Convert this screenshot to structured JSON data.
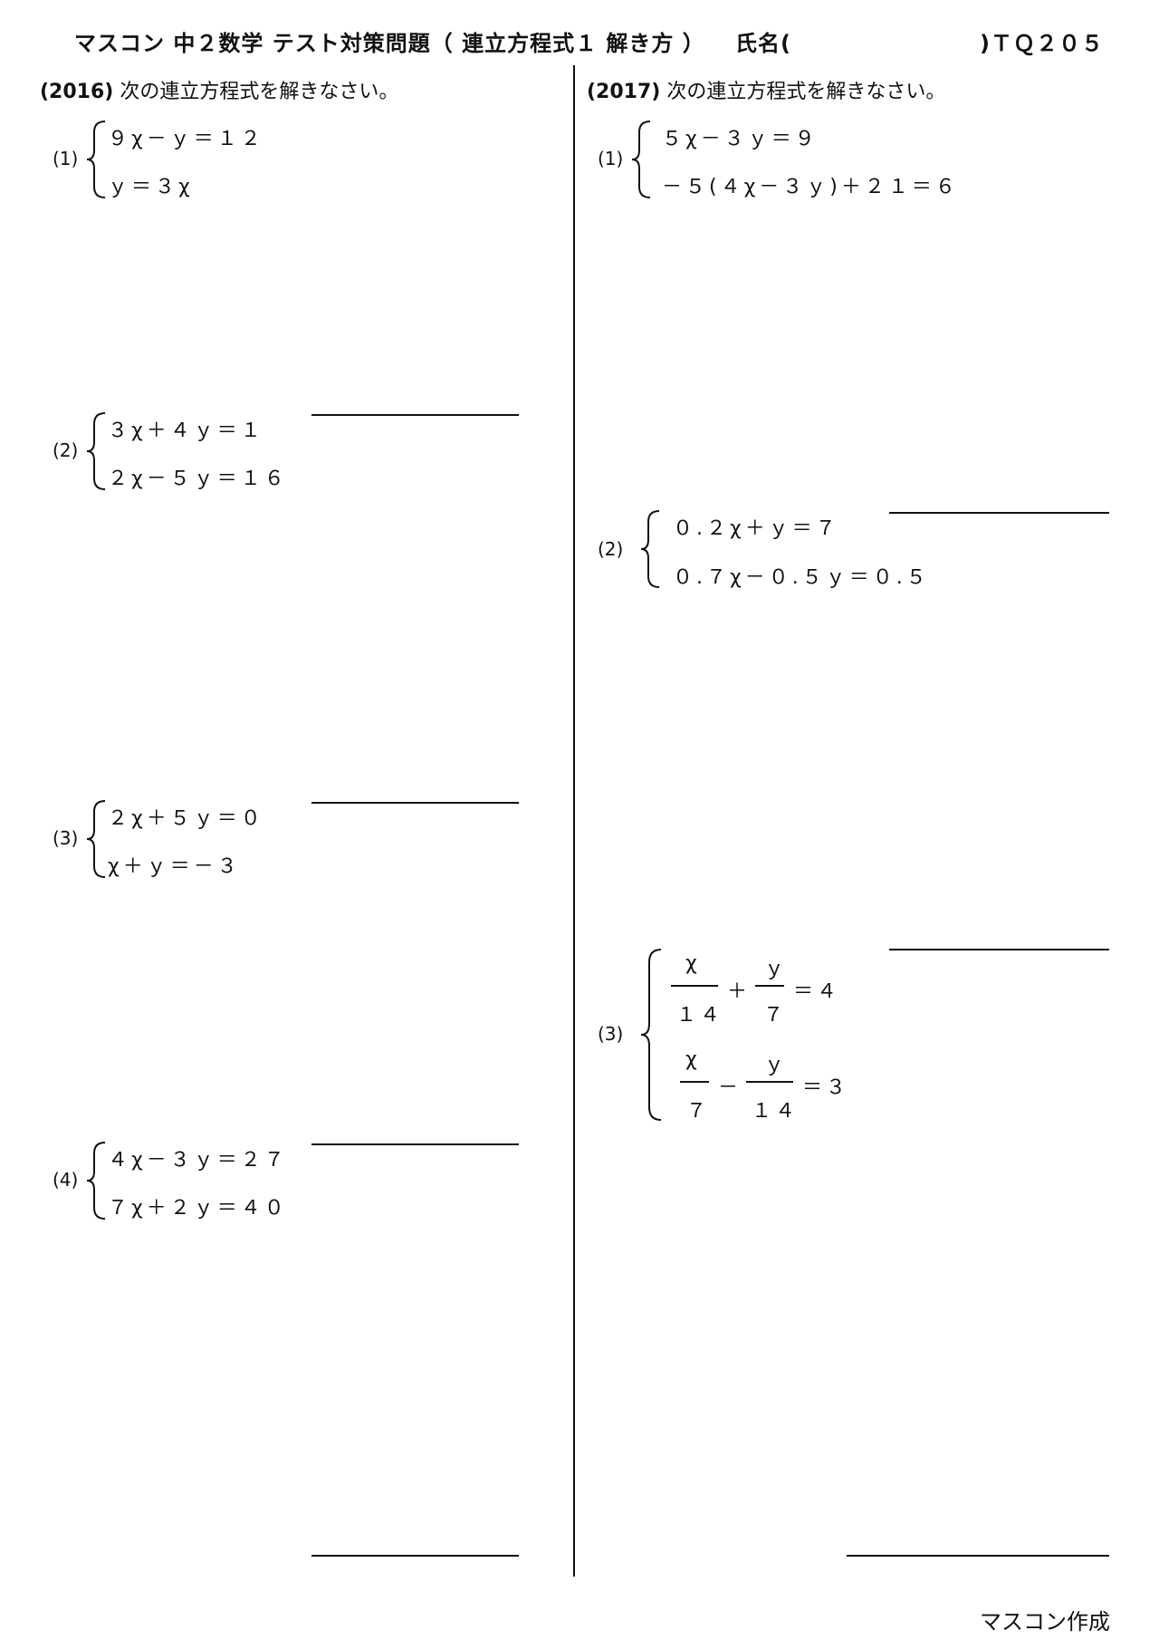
{
  "header": {
    "title": "マスコン 中２数学 テスト対策問題（ 連立方程式１ 解き方 ）",
    "name_label": "氏名(",
    "code": ")ＴＱ２０５"
  },
  "left": {
    "year": "(2016)",
    "instruction": "次の連立方程式を解きなさい。",
    "problems": [
      {
        "num": "(1)",
        "eq1": "９χ－ｙ＝１２",
        "eq2": "ｙ＝３χ"
      },
      {
        "num": "(2)",
        "eq1": "３χ＋４ｙ＝１",
        "eq2": "２χ－５ｙ＝１６"
      },
      {
        "num": "(3)",
        "eq1": "２χ＋５ｙ＝０",
        "eq2": "χ＋ｙ＝－３"
      },
      {
        "num": "(4)",
        "eq1": "４χ－３ｙ＝２７",
        "eq2": "７χ＋２ｙ＝４０"
      }
    ]
  },
  "right": {
    "year": "(2017)",
    "instruction": "次の連立方程式を解きなさい。",
    "problems": [
      {
        "num": "(1)",
        "eq1": "５χ－３ｙ＝９",
        "eq2": "－５(４χ－３ｙ)＋２１＝６"
      },
      {
        "num": "(2)",
        "eq1": "０.２χ＋ｙ＝７",
        "eq2": "０.７χ－０.５ｙ＝０.５"
      },
      {
        "num": "(3)",
        "eq1": {
          "n1": "χ",
          "d1": "１４",
          "op": "＋",
          "n2": "ｙ",
          "d2": "７",
          "rhs": "＝４"
        },
        "eq2": {
          "n1": "χ",
          "d1": "７",
          "op": "－",
          "n2": "ｙ",
          "d2": "１４",
          "rhs": "＝３"
        }
      }
    ]
  },
  "footer": {
    "credit": "マスコン作成"
  }
}
